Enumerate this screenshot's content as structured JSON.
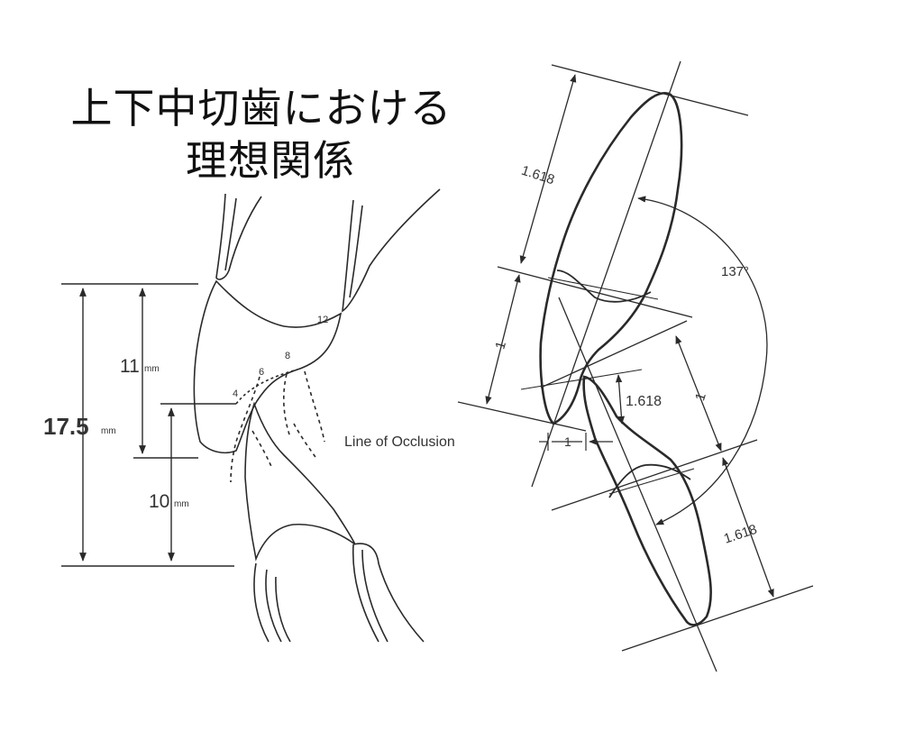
{
  "title": {
    "line1": "上下中切歯における",
    "line2": "理想関係"
  },
  "left_figure": {
    "total_height": "17.5",
    "total_unit": "mm",
    "upper_height": "11",
    "upper_unit": "mm",
    "lower_height": "10",
    "lower_unit": "mm",
    "markers": [
      "4",
      "6",
      "8",
      "12"
    ]
  },
  "right_figure": {
    "upper_crown_ratio": "1.618",
    "upper_root_ratio": "1",
    "overlap_ratio": "1.618",
    "lower_crown_ratio": "1",
    "lower_root_ratio": "1.618",
    "interincisal_angle": "137°",
    "overjet": "1",
    "occlusion_label": "Line of Occlusion"
  },
  "colors": {
    "line": "#2a2a2a",
    "background": "#ffffff"
  }
}
